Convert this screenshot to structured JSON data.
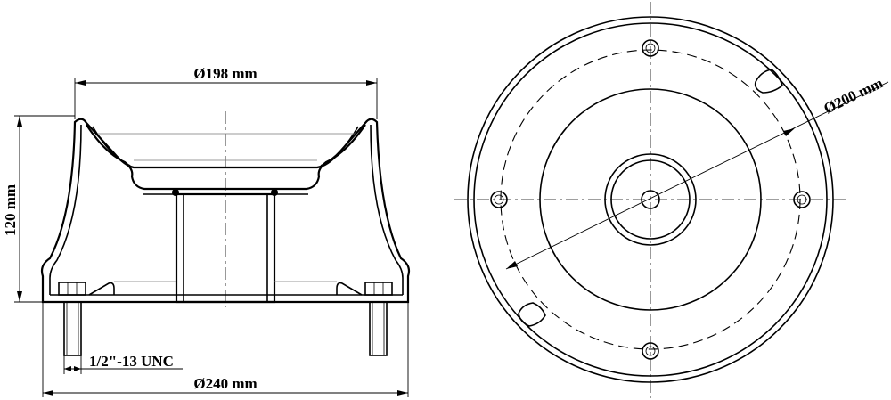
{
  "side_view": {
    "top_diameter_label": "Ø198 mm",
    "height_label": "120 mm",
    "thread_label": "1/2\"-13 UNC",
    "base_diameter_label": "Ø240 mm"
  },
  "top_view": {
    "bolt_circle_label": "Ø200 mm"
  }
}
